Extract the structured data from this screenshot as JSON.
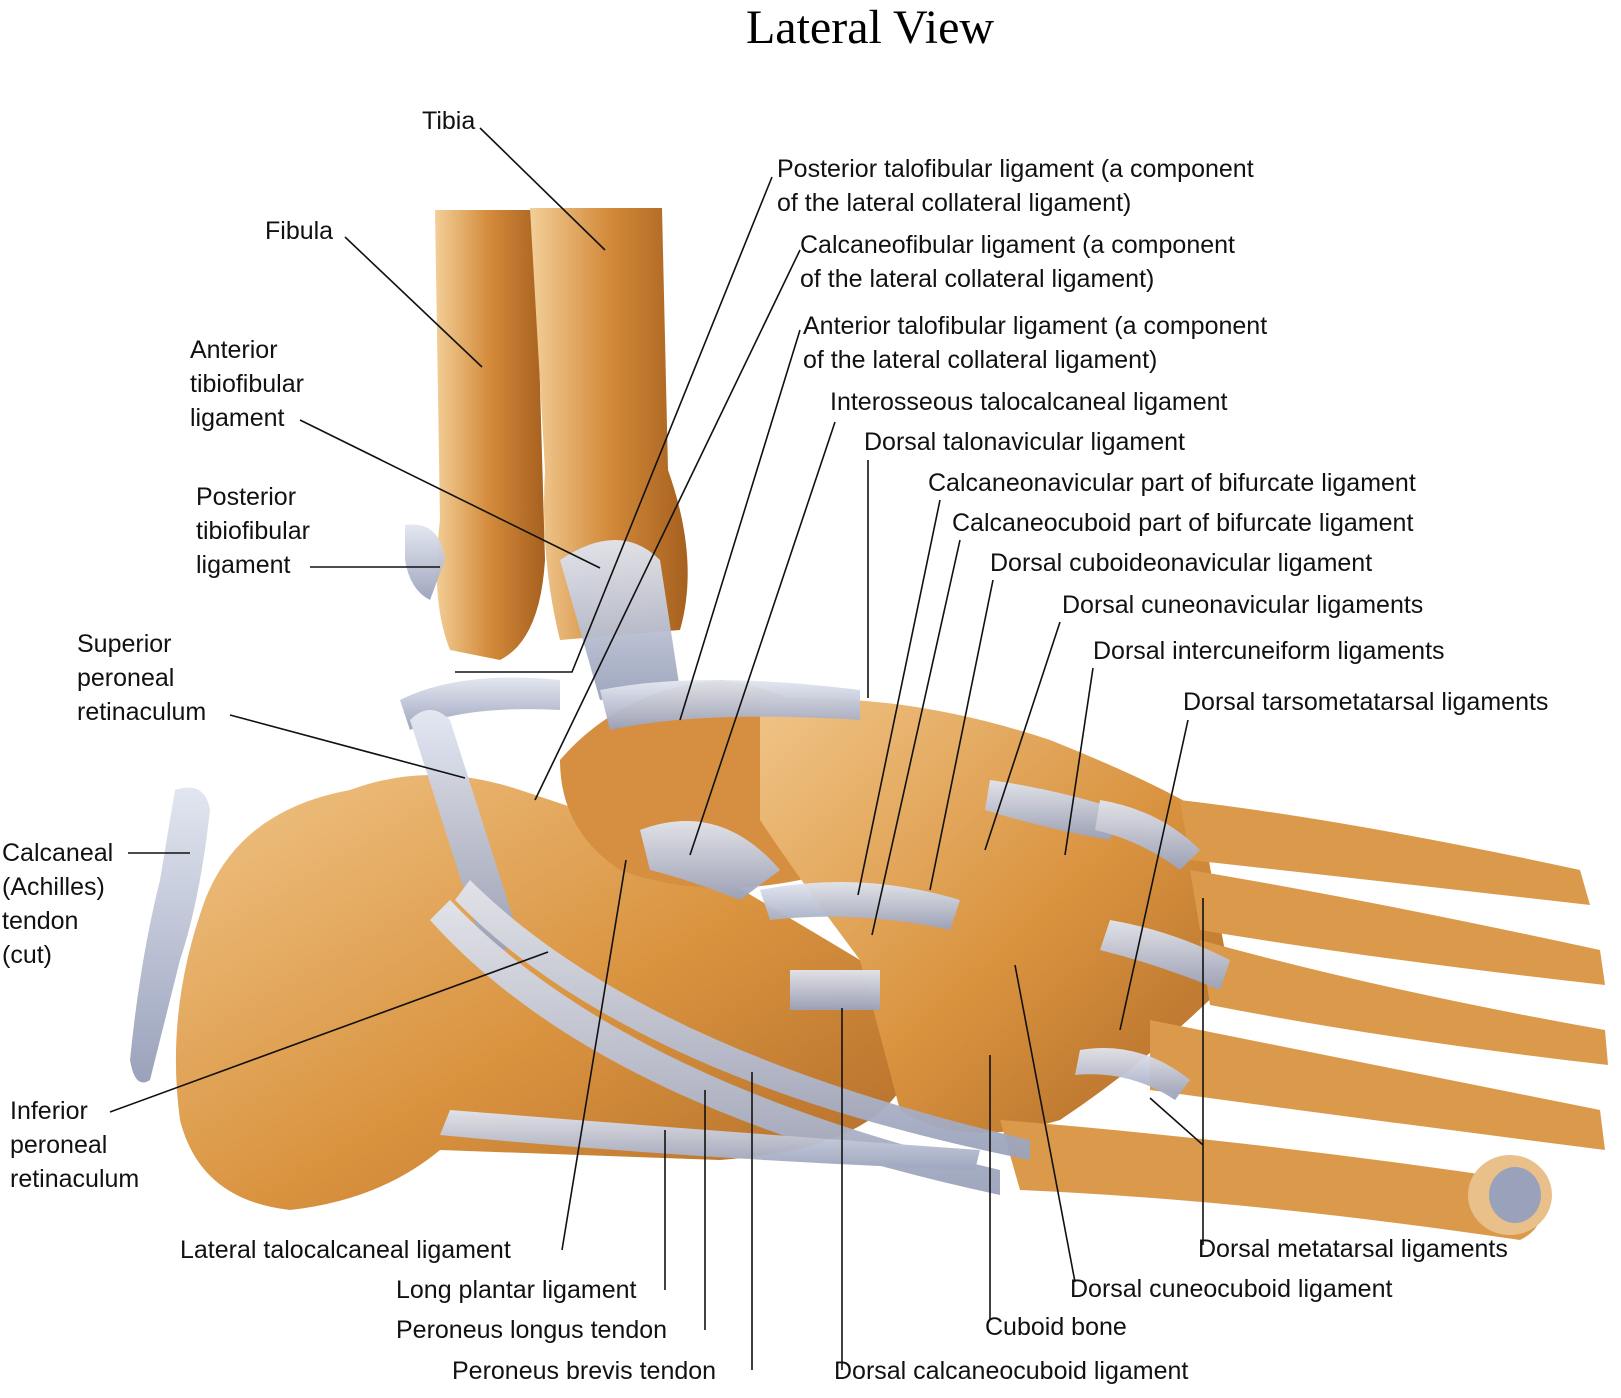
{
  "title": "Lateral View",
  "labels": {
    "tibia": "Tibia",
    "fibula": "Fibula",
    "anterior_tibiofibular": [
      "Anterior",
      "tibiofibular",
      "ligament"
    ],
    "posterior_tibiofibular": [
      "Posterior",
      "tibiofibular",
      "ligament"
    ],
    "superior_peroneal_retinaculum": [
      "Superior",
      "peroneal",
      "retinaculum"
    ],
    "calcaneal_tendon": [
      "Calcaneal",
      "(Achilles)",
      "tendon",
      "(cut)"
    ],
    "inferior_peroneal_retinaculum": [
      "Inferior",
      "peroneal",
      "retinaculum"
    ],
    "posterior_talofibular": [
      "Posterior talofibular ligament (a component",
      "of the lateral collateral ligament)"
    ],
    "calcaneofibular": [
      "Calcaneofibular ligament (a component",
      "of the lateral collateral ligament)"
    ],
    "anterior_talofibular": [
      "Anterior talofibular ligament (a component",
      "of the lateral collateral ligament)"
    ],
    "interosseous_talocalcaneal": "Interosseous talocalcaneal ligament",
    "dorsal_talonavicular": "Dorsal talonavicular ligament",
    "calcaneonavicular_bifurcate": "Calcaneonavicular part of bifurcate ligament",
    "calcaneocuboid_bifurcate": "Calcaneocuboid part of bifurcate ligament",
    "dorsal_cuboideonavicular": "Dorsal cuboideonavicular ligament",
    "dorsal_cuneonavicular": "Dorsal cuneonavicular ligaments",
    "dorsal_intercuneiform": "Dorsal intercuneiform ligaments",
    "dorsal_tarsometatarsal": "Dorsal tarsometatarsal ligaments",
    "lateral_talocalcaneal": "Lateral talocalcaneal ligament",
    "long_plantar": "Long plantar ligament",
    "peroneus_longus": "Peroneus longus tendon",
    "peroneus_brevis": "Peroneus brevis tendon",
    "dorsal_calcaneocuboid": "Dorsal calcaneocuboid ligament",
    "cuboid_bone": "Cuboid bone",
    "dorsal_cuneocuboid": "Dorsal cuneocuboid ligament",
    "dorsal_metatarsal": "Dorsal metatarsal ligaments"
  },
  "colors": {
    "bone": "#d9933f",
    "bone_light": "#f0c487",
    "bone_dark": "#9c5a1e",
    "ligament": "#c3c9dc",
    "ligament_dark": "#8f97b0",
    "leader": "#111111"
  }
}
